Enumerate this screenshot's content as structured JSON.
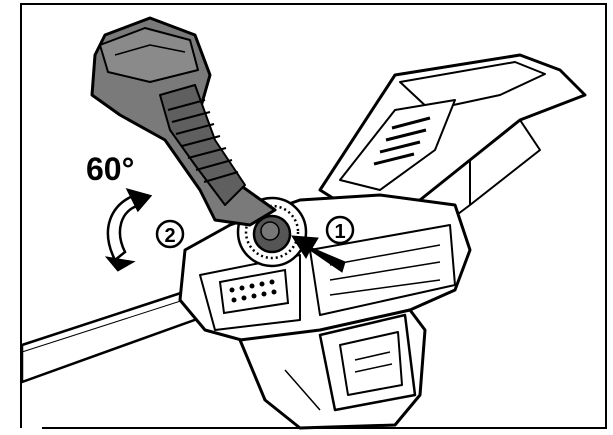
{
  "angle_label": "60°",
  "steps": [
    {
      "number": "1",
      "action": "press-button"
    },
    {
      "number": "2",
      "action": "rotate-handle"
    }
  ],
  "colors": {
    "line": "#000000",
    "handle_fill": "#7a7a7a",
    "grip_fill": "#5f5f5f",
    "body_fill": "#ffffff",
    "button_fill": "#555555"
  }
}
